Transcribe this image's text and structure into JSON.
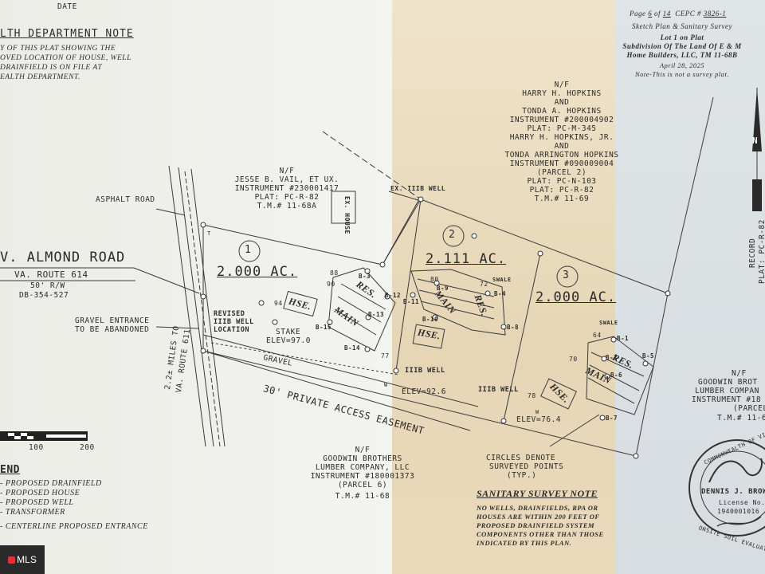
{
  "header": {
    "date": "DATE",
    "page_label": "Page",
    "page_num": "6",
    "page_of": "of",
    "page_total": "14",
    "cepc_label": "CEPC #",
    "cepc_num": "3826-1",
    "doc_type": "Sketch Plan & Sanitary Survey",
    "subject_lot": "Lot 1 on Plat",
    "subject_sub": "Subdivision Of The Land Of E & M",
    "subject_builder": "Home Builders, LLC, TM 11-68B",
    "doc_date": "April 28, 2025",
    "note": "Note-This is not a survey plat."
  },
  "health_note": {
    "title": "LTH DEPARTMENT NOTE",
    "lines": [
      "Y OF THIS PLAT SHOWING THE",
      "OVED LOCATION OF HOUSE, WELL",
      "DRAINFIELD IS ON FILE AT",
      "EALTH DEPARTMENT."
    ]
  },
  "owners": {
    "north_center": [
      "N/F",
      "JESSE B. VAIL, ET UX.",
      "INSTRUMENT #230001417",
      "PLAT: PC-R-82",
      "T.M.# 11-68A"
    ],
    "north_right": [
      "N/F",
      "HARRY H. HOPKINS",
      "AND",
      "TONDA A. HOPKINS",
      "INSTRUMENT #200004902",
      "PLAT: PC-M-345",
      "HARRY H. HOPKINS, JR.",
      "AND",
      "TONDA ARRINGTON HOPKINS",
      "INSTRUMENT #090009004",
      "(PARCEL 2)",
      "PLAT: PC-N-103",
      "PLAT: PC-R-82",
      "T.M.# 11-69"
    ],
    "south": [
      "N/F",
      "GOODWIN BROTHERS",
      "LUMBER COMPANY, LLC",
      "INSTRUMENT #180001373",
      "(PARCEL 6)",
      "T.M.# 11-68"
    ],
    "east": [
      "N/F",
      "GOODWIN BROT",
      "LUMBER COMPAN",
      "INSTRUMENT #18",
      "(PARCEL 6",
      "T.M.# 11-6"
    ]
  },
  "road": {
    "asphalt": "ASPHALT ROAD",
    "name": "V. ALMOND ROAD",
    "route": "VA. ROUTE 614",
    "rw": "50' R/W",
    "db": "DB-354-527",
    "gravel_entrance": [
      "GRAVEL ENTRANCE",
      "TO BE ABANDONED"
    ],
    "miles": [
      "2.2± MILES TO",
      "VA. ROUTE 611"
    ]
  },
  "lots": [
    {
      "num": "1",
      "area": "2.000 AC."
    },
    {
      "num": "2",
      "area": "2.111 AC."
    },
    {
      "num": "3",
      "area": "2.000 AC."
    }
  ],
  "labels": {
    "ex_house": "EX. HOUSE",
    "ex_well": "EX. IIIB WELL",
    "hse": "HSE.",
    "res": "RES.",
    "main": "MAIN",
    "revised_well": [
      "REVISED",
      "IIIB WELL",
      "LOCATION"
    ],
    "stake": [
      "STAKE",
      "ELEV=97.0"
    ],
    "gravel": "GRAVEL",
    "easement": "30' PRIVATE ACCESS EASEMENT",
    "iiib_well": "IIIB WELL",
    "elev_mid": "ELEV=92.6",
    "elev_right": "ELEV=76.4",
    "swale": "SWALE",
    "circles": [
      "CIRCLES DENOTE",
      "SURVEYED POINTS",
      "(TYP.)"
    ],
    "record": "RECORD",
    "record_plat": "PLAT: PC-R-82",
    "north_arrow": "N",
    "scale_100": "100",
    "scale_200": "200",
    "w": "W",
    "t": "T"
  },
  "contours": [
    "88",
    "90",
    "94",
    "77",
    "80",
    "72",
    "64",
    "70",
    "78"
  ],
  "points": [
    "B-3",
    "B-12",
    "B-11",
    "B-9",
    "B-10",
    "B-13",
    "B-15",
    "B-14",
    "B-4",
    "B-8",
    "B-1",
    "B-5",
    "B-2",
    "B-6",
    "B-7"
  ],
  "legend": {
    "title": "END",
    "items": [
      "- PROPOSED DRAINFIELD",
      "- PROPOSED HOUSE",
      "- PROPOSED WELL",
      "- TRANSFORMER"
    ],
    "centerline": "- CENTERLINE PROPOSED ENTRANCE"
  },
  "sanitary_note": {
    "title": "SANITARY SURVEY NOTE",
    "lines": [
      "NO WELLS, DRAINFIELDS, RPA OR",
      "HOUSES ARE WITHIN 200 FEET OF",
      "PROPOSED DRAINFIELD SYSTEM",
      "COMPONENTS OTHER THAN THOSE",
      "INDICATED BY THIS PLAN."
    ]
  },
  "seal": {
    "ring_top": "COMMONWEALTH OF VI",
    "name": "DENNIS J. BROW",
    "license": "License No.",
    "license_num": "1940001016",
    "ring_bottom": "ONSITE SOIL EVALUATOR MAST"
  },
  "watermark": {
    "brand": "MLS"
  }
}
